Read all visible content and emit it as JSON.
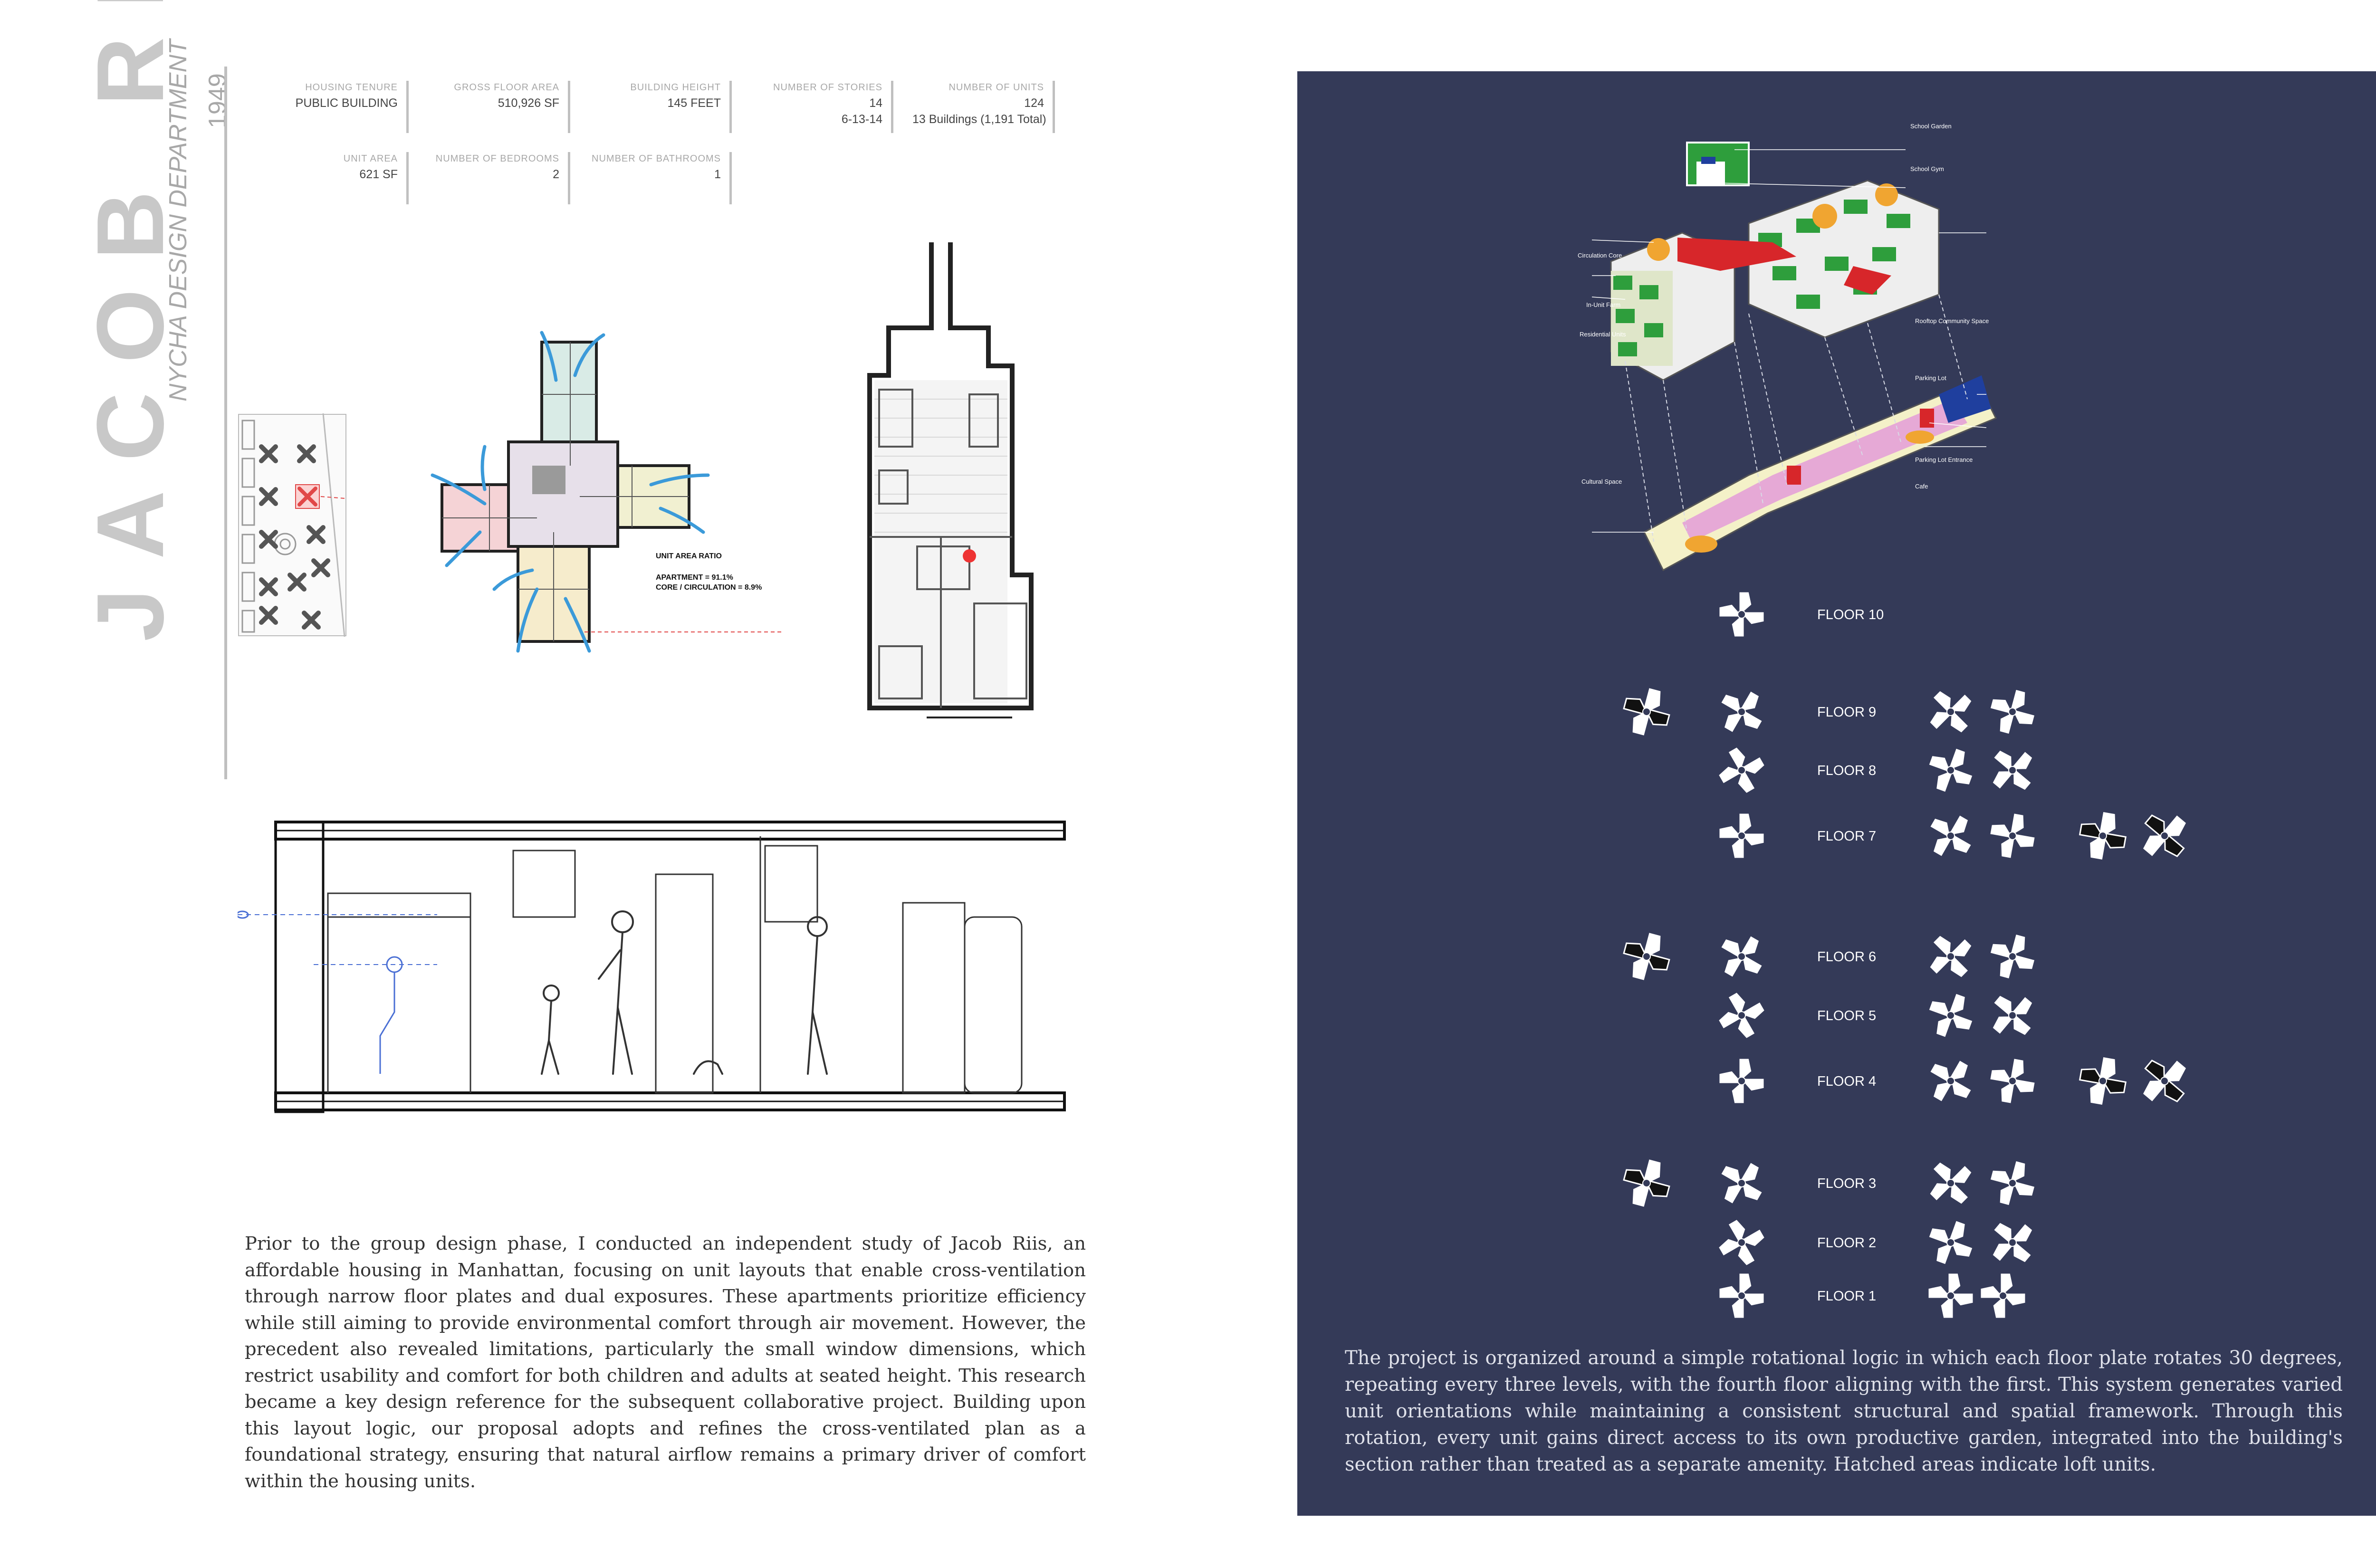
{
  "header": {
    "title": "JACOB RIIS",
    "subtitle": "NYCHA DESIGN DEPARTMENT",
    "year": "1949"
  },
  "stats": [
    {
      "label": "HOUSING TENURE",
      "value": "PUBLIC BUILDING",
      "extra": ""
    },
    {
      "label": "GROSS FLOOR AREA",
      "value": "510,926 SF",
      "extra": ""
    },
    {
      "label": "BUILDING HEIGHT",
      "value": "145 FEET",
      "extra": ""
    },
    {
      "label": "NUMBER OF STORIES",
      "value": "14",
      "extra": "6-13-14"
    },
    {
      "label": "NUMBER OF UNITS",
      "value": "124",
      "extra": "13 Buildings (1,191 Total)"
    },
    {
      "label": "UNIT AREA",
      "value": "621 SF",
      "extra": ""
    },
    {
      "label": "NUMBER OF BEDROOMS",
      "value": "2",
      "extra": ""
    },
    {
      "label": "NUMBER OF BATHROOMS",
      "value": "1",
      "extra": ""
    }
  ],
  "unit_ratio": {
    "title": "UNIT AREA RATIO",
    "apartment": "APARTMENT = 91.1%",
    "core": "CORE / CIRCULATION = 8.9%"
  },
  "left_paragraph": "Prior to the group design phase, I conducted an independent study of Jacob Riis, an affordable housing in Manhattan, focusing on unit layouts that enable cross-ventilation through narrow floor plates and dual exposures. These apartments prioritize efficiency while still aiming to provide environmental comfort through air movement. However, the precedent also revealed limitations, particularly the small window dimensions, which restrict usability and comfort for both children and adults at seated height. This research became a key design reference for the subsequent collaborative project. Building upon this layout logic, our proposal adopts and refines the cross-ventilated plan as a foundational strategy, ensuring that natural airflow remains a primary driver of comfort within the housing units.",
  "axo_callouts": {
    "school_garden": "School Garden",
    "school_gym": "School Gym",
    "circulation_core": "Circulation Core",
    "in_unit_farm": "In-Unit Farm",
    "residential_units": "Residential Units",
    "rooftop_community_space": "Rooftop Community Space",
    "parking_lot": "Parking Lot",
    "cultural_space": "Cultural Space",
    "parking_lot_entrance": "Parking Lot Entrance",
    "cafe": "Cafe"
  },
  "floors": [
    "FLOOR 10",
    "FLOOR 9",
    "FLOOR 8",
    "FLOOR 7",
    "FLOOR 6",
    "FLOOR 5",
    "FLOOR 4",
    "FLOOR 3",
    "FLOOR 2",
    "FLOOR 1"
  ],
  "right_paragraph": "The project is organized around a simple rotational logic in which each floor plate rotates 30 degrees, repeating every three levels, with the fourth floor aligning with the first. This system generates varied unit orientations while maintaining a consistent structural and spatial framework. Through this rotation, every unit gains direct access to its own productive garden, integrated into the building's section rather than treated as a separate amenity. Hatched areas indicate loft units.",
  "colors": {
    "panel": "#343a58",
    "title_gray": "#c8c8c8",
    "airflow_arrow": "#3b9ad9",
    "garden_green": "#2e9e3c",
    "core_red": "#d7262a",
    "cultural_pink": "#e6a9d6",
    "parking_blue": "#1f3f9e",
    "sun_orange": "#f0a531"
  }
}
